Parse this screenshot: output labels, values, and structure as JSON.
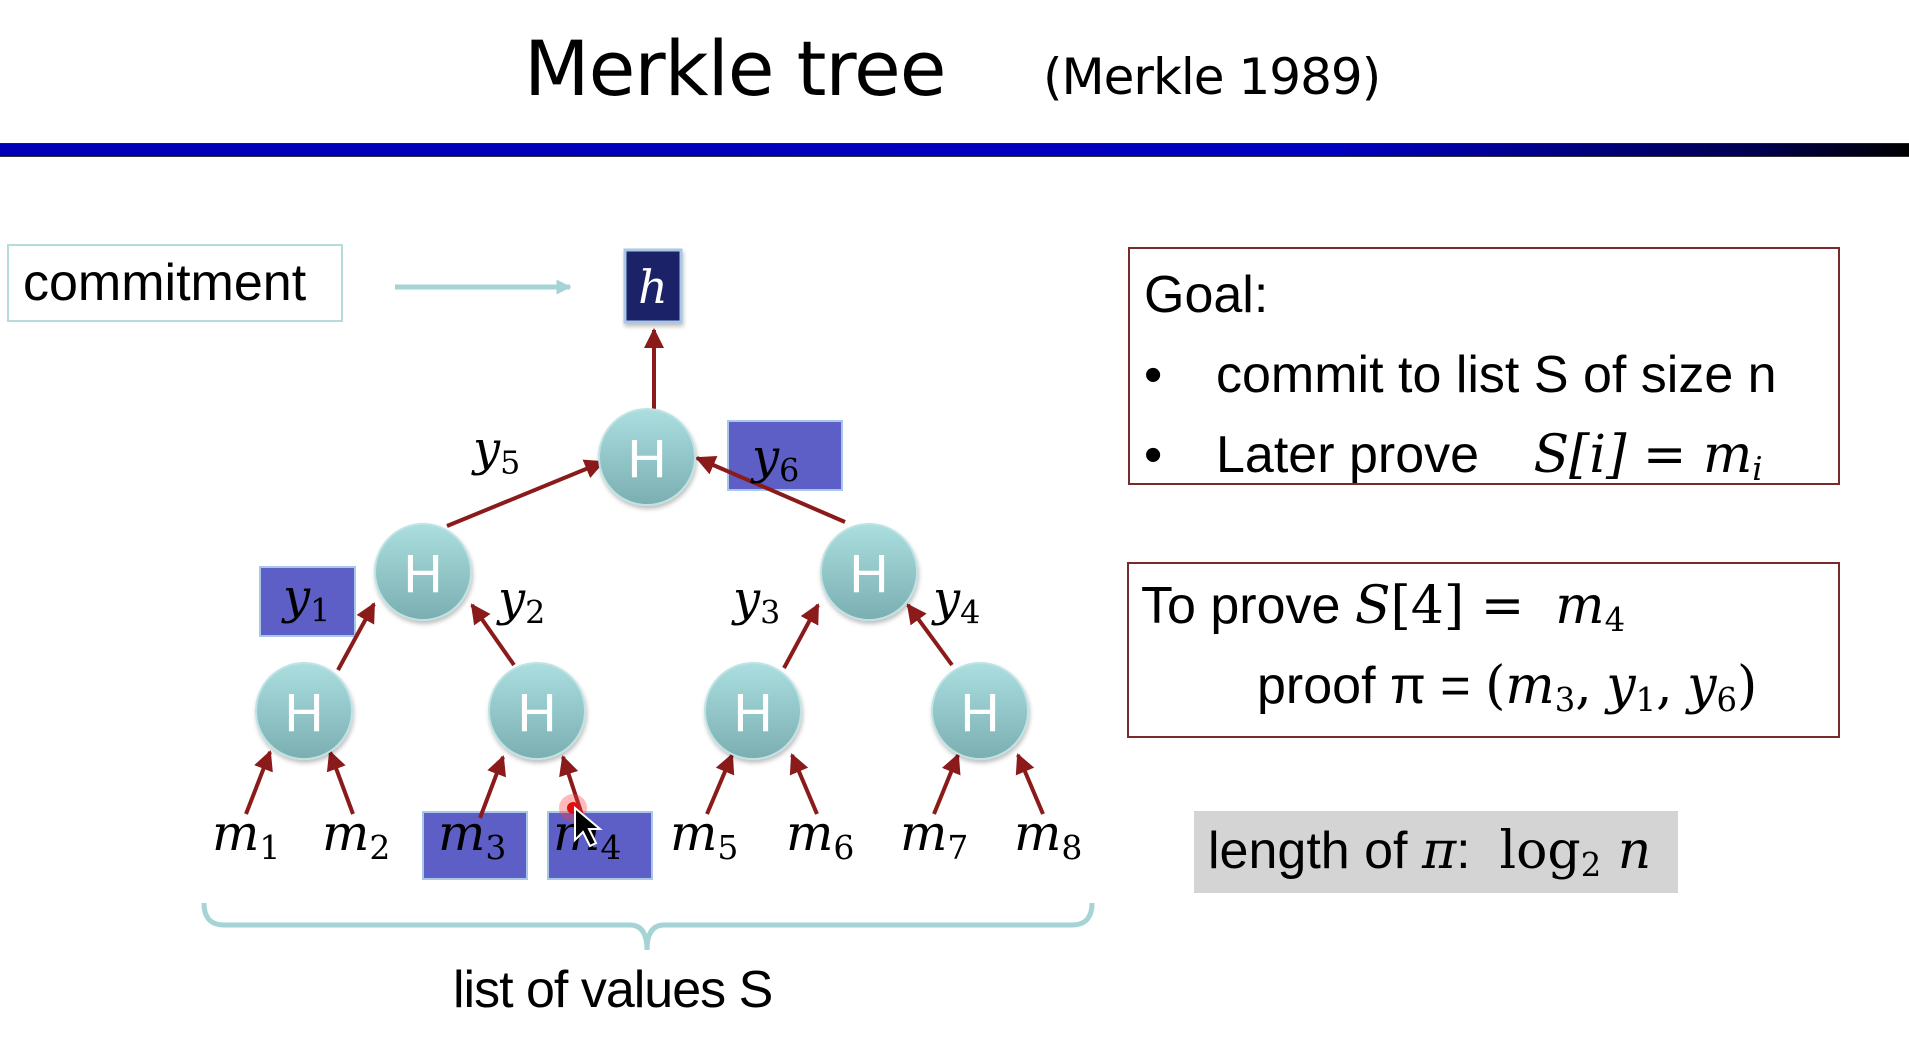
{
  "slide": {
    "title": "Merkle tree",
    "subtitle": "(Merkle 1989)",
    "accent_bar_color": "#0000c0"
  },
  "commitment": {
    "label": "commitment",
    "root_label": "h"
  },
  "tree": {
    "node_label": "H",
    "node_color": "#9fd3d5",
    "edge_color": "#8b1a1a",
    "highlight_color": "#5d5fc7",
    "root_box_color": "#1f2168",
    "edge_labels": [
      {
        "id": "y1",
        "var": "y",
        "sub": "1",
        "highlighted": true
      },
      {
        "id": "y2",
        "var": "y",
        "sub": "2",
        "highlighted": false
      },
      {
        "id": "y3",
        "var": "y",
        "sub": "3",
        "highlighted": false
      },
      {
        "id": "y4",
        "var": "y",
        "sub": "4",
        "highlighted": false
      },
      {
        "id": "y5",
        "var": "y",
        "sub": "5",
        "highlighted": false
      },
      {
        "id": "y6",
        "var": "y",
        "sub": "6",
        "highlighted": true
      }
    ],
    "leaves": [
      {
        "var": "m",
        "sub": "1",
        "highlighted": false
      },
      {
        "var": "m",
        "sub": "2",
        "highlighted": false
      },
      {
        "var": "m",
        "sub": "3",
        "highlighted": true
      },
      {
        "var": "m",
        "sub": "4",
        "highlighted": true
      },
      {
        "var": "m",
        "sub": "5",
        "highlighted": false
      },
      {
        "var": "m",
        "sub": "6",
        "highlighted": false
      },
      {
        "var": "m",
        "sub": "7",
        "highlighted": false
      },
      {
        "var": "m",
        "sub": "8",
        "highlighted": false
      }
    ],
    "brace_label": "list of values  S"
  },
  "goal": {
    "heading": "Goal:",
    "bullets": [
      {
        "text": "commit to list S of size n"
      },
      {
        "text": "Later prove",
        "math_before": "S[",
        "math_var": "i",
        "math_after": "] = ",
        "rhs_var": "m",
        "rhs_sub": "i"
      }
    ],
    "bullet_glyph": "•"
  },
  "proof": {
    "line1_text": "To prove ",
    "line1_math": "S",
    "line1_math_rest": "[4] = ",
    "line1_rhs_var": "m",
    "line1_rhs_sub": "4",
    "line2_text": "proof π = ",
    "line2_open": "(",
    "items": [
      {
        "var": "m",
        "sub": "3"
      },
      {
        "var": "y",
        "sub": "1"
      },
      {
        "var": "y",
        "sub": "6"
      }
    ],
    "line2_close": ")",
    "separator": ","
  },
  "length": {
    "label": "length of ",
    "pi": "π",
    "colon": ":  ",
    "log": "log",
    "log_base": "2",
    "arg": " n"
  }
}
